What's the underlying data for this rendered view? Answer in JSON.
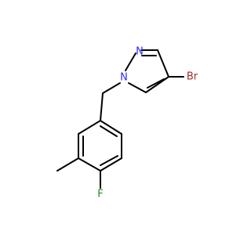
{
  "molecule": {
    "atoms": {
      "n_top": "N",
      "n_ring": "N",
      "bromine": "Br",
      "fluorine": "F"
    },
    "colors": {
      "bond": "#000000",
      "nitrogen": "#2b2bff",
      "bromine": "#a52a2a",
      "fluorine": "#228b22"
    }
  }
}
